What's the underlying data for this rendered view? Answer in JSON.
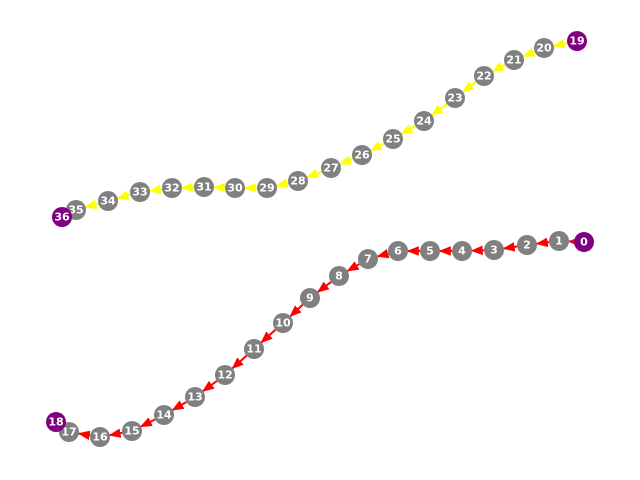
{
  "graph": {
    "colors": {
      "node": "#808080",
      "endpoint": "#800080",
      "path_a": "#ff0000",
      "path_b": "#ffff00",
      "label": "#ffffff"
    },
    "nodes": [
      {
        "id": "0",
        "kind": "endpoint"
      },
      {
        "id": "1",
        "kind": "node"
      },
      {
        "id": "2",
        "kind": "node"
      },
      {
        "id": "3",
        "kind": "node"
      },
      {
        "id": "4",
        "kind": "node"
      },
      {
        "id": "5",
        "kind": "node"
      },
      {
        "id": "6",
        "kind": "node"
      },
      {
        "id": "7",
        "kind": "node"
      },
      {
        "id": "8",
        "kind": "node"
      },
      {
        "id": "9",
        "kind": "node"
      },
      {
        "id": "10",
        "kind": "node"
      },
      {
        "id": "11",
        "kind": "node"
      },
      {
        "id": "12",
        "kind": "node"
      },
      {
        "id": "13",
        "kind": "node"
      },
      {
        "id": "14",
        "kind": "node"
      },
      {
        "id": "15",
        "kind": "node"
      },
      {
        "id": "16",
        "kind": "node"
      },
      {
        "id": "17",
        "kind": "node"
      },
      {
        "id": "18",
        "kind": "endpoint"
      },
      {
        "id": "19",
        "kind": "endpoint"
      },
      {
        "id": "20",
        "kind": "node"
      },
      {
        "id": "21",
        "kind": "node"
      },
      {
        "id": "22",
        "kind": "node"
      },
      {
        "id": "23",
        "kind": "node"
      },
      {
        "id": "24",
        "kind": "node"
      },
      {
        "id": "25",
        "kind": "node"
      },
      {
        "id": "26",
        "kind": "node"
      },
      {
        "id": "27",
        "kind": "node"
      },
      {
        "id": "28",
        "kind": "node"
      },
      {
        "id": "29",
        "kind": "node"
      },
      {
        "id": "30",
        "kind": "node"
      },
      {
        "id": "31",
        "kind": "node"
      },
      {
        "id": "32",
        "kind": "node"
      },
      {
        "id": "33",
        "kind": "node"
      },
      {
        "id": "34",
        "kind": "node"
      },
      {
        "id": "35",
        "kind": "node"
      },
      {
        "id": "36",
        "kind": "endpoint"
      }
    ],
    "edges": [
      {
        "from": "0",
        "to": "1",
        "color": "path_a"
      },
      {
        "from": "1",
        "to": "2",
        "color": "path_a"
      },
      {
        "from": "2",
        "to": "3",
        "color": "path_a"
      },
      {
        "from": "3",
        "to": "4",
        "color": "path_a"
      },
      {
        "from": "4",
        "to": "5",
        "color": "path_a"
      },
      {
        "from": "5",
        "to": "6",
        "color": "path_a"
      },
      {
        "from": "6",
        "to": "7",
        "color": "path_a"
      },
      {
        "from": "7",
        "to": "8",
        "color": "path_a"
      },
      {
        "from": "8",
        "to": "9",
        "color": "path_a"
      },
      {
        "from": "9",
        "to": "10",
        "color": "path_a"
      },
      {
        "from": "10",
        "to": "11",
        "color": "path_a"
      },
      {
        "from": "11",
        "to": "12",
        "color": "path_a"
      },
      {
        "from": "12",
        "to": "13",
        "color": "path_a"
      },
      {
        "from": "13",
        "to": "14",
        "color": "path_a"
      },
      {
        "from": "14",
        "to": "15",
        "color": "path_a"
      },
      {
        "from": "15",
        "to": "16",
        "color": "path_a"
      },
      {
        "from": "16",
        "to": "17",
        "color": "path_a"
      },
      {
        "from": "19",
        "to": "20",
        "color": "path_b"
      },
      {
        "from": "20",
        "to": "21",
        "color": "path_b"
      },
      {
        "from": "21",
        "to": "22",
        "color": "path_b"
      },
      {
        "from": "22",
        "to": "23",
        "color": "path_b"
      },
      {
        "from": "23",
        "to": "24",
        "color": "path_b"
      },
      {
        "from": "24",
        "to": "25",
        "color": "path_b"
      },
      {
        "from": "25",
        "to": "26",
        "color": "path_b"
      },
      {
        "from": "26",
        "to": "27",
        "color": "path_b"
      },
      {
        "from": "27",
        "to": "28",
        "color": "path_b"
      },
      {
        "from": "28",
        "to": "29",
        "color": "path_b"
      },
      {
        "from": "29",
        "to": "30",
        "color": "path_b"
      },
      {
        "from": "30",
        "to": "31",
        "color": "path_b"
      },
      {
        "from": "31",
        "to": "32",
        "color": "path_b"
      },
      {
        "from": "32",
        "to": "33",
        "color": "path_b"
      },
      {
        "from": "33",
        "to": "34",
        "color": "path_b"
      },
      {
        "from": "34",
        "to": "35",
        "color": "path_b"
      }
    ]
  }
}
